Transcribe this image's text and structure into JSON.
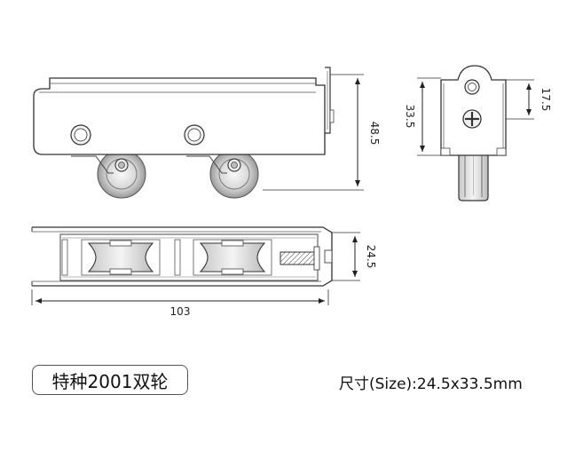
{
  "dimensions": {
    "side_height": "48.5",
    "front_height": "33.5",
    "front_upper": "17.5",
    "top_width": "24.5",
    "length": "103"
  },
  "product_label": "特种2001双轮",
  "size_text": "尺寸(Size):24.5x33.5mm"
}
